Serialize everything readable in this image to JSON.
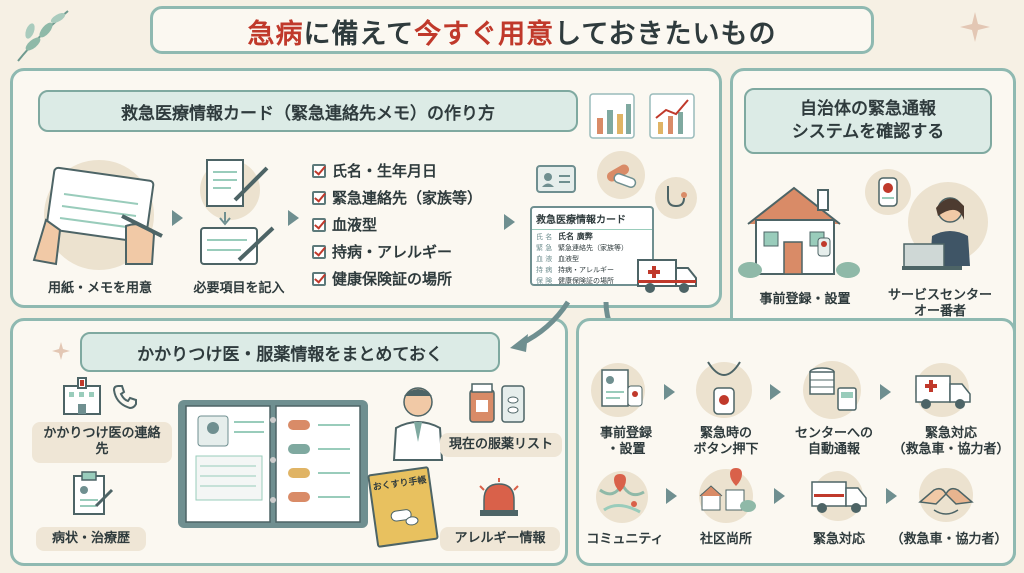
{
  "title": {
    "part1": "急病",
    "part2": "に備えて",
    "part3": "今すぐ用意",
    "part4": "しておきたいもの"
  },
  "colors": {
    "accent": "#c0392b",
    "panel_border": "#8fb9b1",
    "pill_bg": "#dcebe6",
    "tag_bg": "#efe6d6"
  },
  "card_section": {
    "heading": "救急医療情報カード（緊急連絡先メモ）の作り方",
    "step1": "用紙・メモを用意",
    "step2": "必要項目を記入",
    "checklist": [
      "氏名・生年月日",
      "緊急連絡先（家族等）",
      "血液型",
      "持病・アレルギー",
      "健康保険証の場所"
    ],
    "card": {
      "title": "救急医療情報カード",
      "rows": [
        {
          "k": "氏 名",
          "v": "氏名 廣弊"
        },
        {
          "k": "緊 急",
          "v": "緊急連絡先（家族等）"
        },
        {
          "k": "血 液",
          "v": "血液型"
        },
        {
          "k": "持 病",
          "v": "持病・アレルギー"
        },
        {
          "k": "保 険",
          "v": "健康保険証の場所"
        }
      ]
    }
  },
  "doctor_section": {
    "heading": "かかりつけ医・服薬情報をまとめておく",
    "item_doctor": "かかりつけ医の連絡先",
    "item_history": "病状・治療歴",
    "item_meds": "現在の服薬リスト",
    "item_allergy": "アレルギー情報",
    "notebook_label": "おくすり手帳"
  },
  "system_section": {
    "heading_line1": "自治体の緊急通報",
    "heading_line2": "システムを確認する",
    "reg_label": "事前登録・設置",
    "center_line1": "サービスセンター",
    "center_line2": "オー番者",
    "flow_top": [
      {
        "l1": "事前登録",
        "l2": "・設置"
      },
      {
        "l1": "緊急時の",
        "l2": "ボタン押下"
      },
      {
        "l1": "センターへの",
        "l2": "自動通報"
      },
      {
        "l1": "緊急対応",
        "l2": "（救急車・協力者）"
      }
    ],
    "flow_bottom": [
      "コミュニティ",
      "社区尚所",
      "緊急対応",
      "（救急車・協力者）"
    ]
  }
}
